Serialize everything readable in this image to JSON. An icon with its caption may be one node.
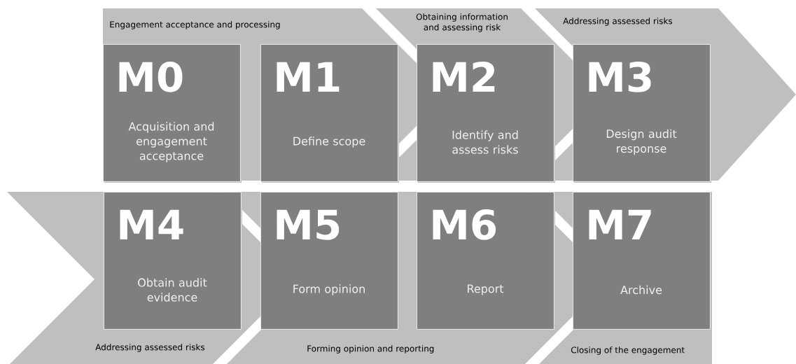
{
  "diagram": {
    "nodes": [
      {
        "text": [
          "Engagement acceptance and processing"
        ]
      },
      {
        "text": [
          "Obtaining information and assessing risk"
        ]
      },
      {
        "text": [
          "Addressing assessed risks"
        ]
      },
      {
        "text": [
          "Addressing assessed risks"
        ]
      },
      {
        "text": [
          "Forming opinion and reporting"
        ]
      },
      {
        "text": [
          "Closing of the engagement"
        ]
      },
      {
        "text": [
          "M0",
          "Acquisition and engagement acceptance"
        ],
        "in": 0
      },
      {
        "text": [
          "M1",
          "Define scope"
        ],
        "in": 0
      },
      {
        "text": [
          "M2",
          "Identify and assess risks"
        ],
        "in": 1
      },
      {
        "text": [
          "M3",
          "Design audit response"
        ],
        "in": 2
      },
      {
        "text": [
          "M4",
          "Obtain audit evidence"
        ],
        "in": 3
      },
      {
        "text": [
          "M5",
          "Form opinion"
        ],
        "in": 4
      },
      {
        "text": [
          "M6",
          "Report"
        ],
        "in": 4
      },
      {
        "text": [
          "M7",
          "Archive"
        ],
        "in": 5
      }
    ]
  }
}
